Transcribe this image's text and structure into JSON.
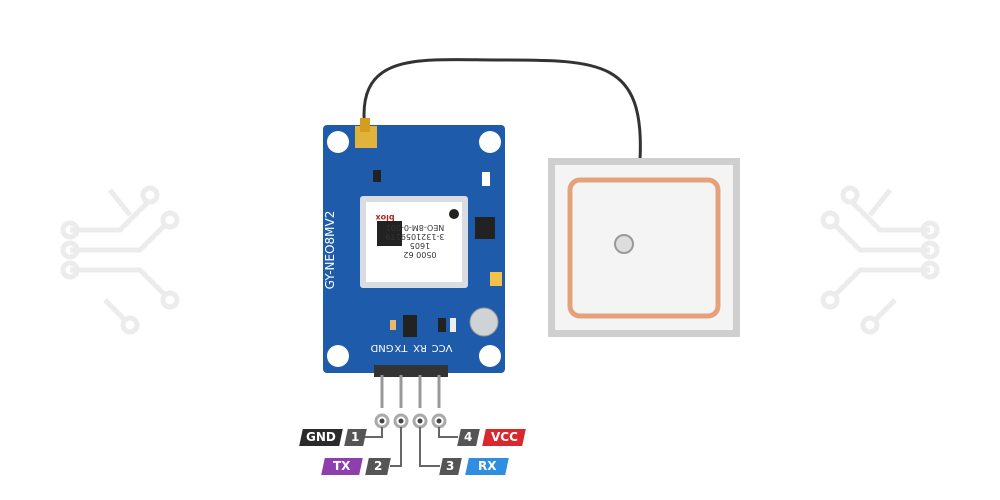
{
  "board": {
    "name": "GY-NEO8MV2",
    "pins": [
      "GND",
      "TX",
      "RX",
      "VCC"
    ],
    "color": "#1f5bab"
  },
  "module": {
    "brand": "blox",
    "model": "NEO-8M-0-001",
    "serial": "3-1321059179",
    "date": "1605",
    "code": "0500 62"
  },
  "pinout": [
    {
      "number": "1",
      "signal": "GND",
      "color": "#2b2b2b"
    },
    {
      "number": "2",
      "signal": "TX",
      "color": "#8e3fae"
    },
    {
      "number": "3",
      "signal": "RX",
      "color": "#2f8ee0"
    },
    {
      "number": "4",
      "signal": "VCC",
      "color": "#d9282d"
    }
  ]
}
